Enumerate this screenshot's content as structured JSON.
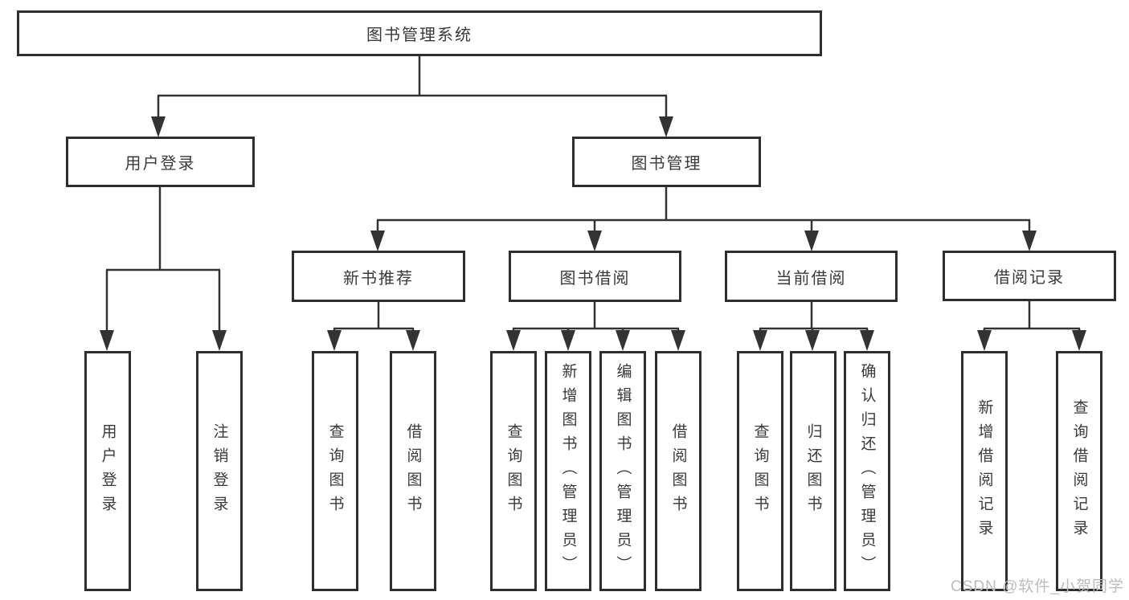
{
  "tree": {
    "label": "图书管理系统",
    "children": [
      {
        "label": "用户登录",
        "children": [
          {
            "label": "用户登录"
          },
          {
            "label": "注销登录"
          }
        ]
      },
      {
        "label": "图书管理",
        "children": [
          {
            "label": "新书推荐",
            "children": [
              {
                "label": "查询图书"
              },
              {
                "label": "借阅图书"
              }
            ]
          },
          {
            "label": "图书借阅",
            "children": [
              {
                "label": "查询图书"
              },
              {
                "label": "新增图书（管理员）"
              },
              {
                "label": "编辑图书（管理员）"
              },
              {
                "label": "借阅图书"
              }
            ]
          },
          {
            "label": "当前借阅",
            "children": [
              {
                "label": "查询图书"
              },
              {
                "label": "归还图书"
              },
              {
                "label": "确认归还（管理员）"
              }
            ]
          },
          {
            "label": "借阅记录",
            "children": [
              {
                "label": "新增借阅记录"
              },
              {
                "label": "查询借阅记录"
              }
            ]
          }
        ]
      }
    ]
  },
  "watermark": {
    "text": "CSDN @软件_小贺同学"
  },
  "colors": {
    "line": "#333333",
    "box_border": "#2e2e2e",
    "node_text": "#3a3a3a",
    "watermark_text": "#bcbcbc",
    "background": "#ffffff"
  }
}
